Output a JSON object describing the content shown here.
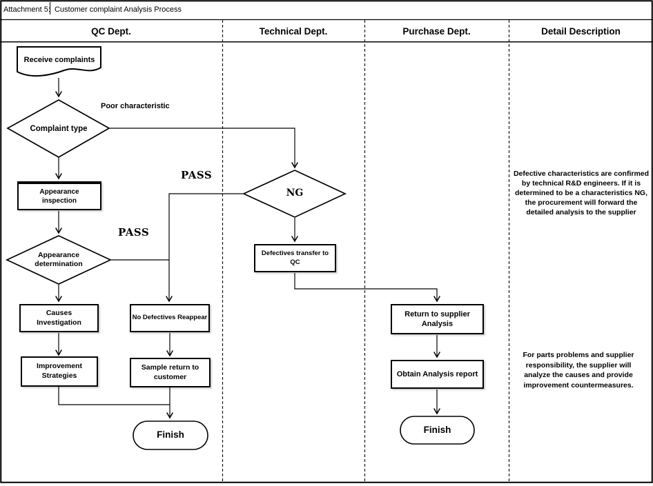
{
  "title": "Attachment 5:  Customer complaint Analysis Process",
  "header": {
    "columns": [
      "QC Dept.",
      "Technical Dept.",
      "Purchase Dept.",
      "Detail Description"
    ]
  },
  "nodes": {
    "receive_complaints": "Receive complaints",
    "complaint_type": "Complaint type",
    "appearance_inspection": "Appearance\ninspection",
    "appearance_determination": "Appearance\ndetermination",
    "causes_investigation": "Causes\nInvestigation",
    "improvement_strategies": "Improvement\nStrategies",
    "no_defectives_reappear": "No Defectives Reappear",
    "sample_return_to_customer": "Sample return to\ncustomer",
    "finish_qc": "Finish",
    "ng_decision": "NG",
    "defectives_transfer_to_qc": "Defectives transfer to\nQC",
    "return_to_supplier_analysis": "Return to supplier\nAnalysis",
    "obtain_analysis_report": "Obtain Analysis report",
    "finish_purchase": "Finish"
  },
  "edge_labels": {
    "poor_characteristic": "Poor characteristic",
    "pass_upper": "PASS",
    "pass_lower": "PASS"
  },
  "details": {
    "para1": "Defective characteristics are confirmed by technical R&D engineers. If it is determined to be a characteristics NG, the procurement will forward the detailed analysis to the supplier",
    "para2": "For parts problems and supplier responsibility, the supplier will analyze the causes and provide improvement countermeasures."
  },
  "colors": {
    "line": "#000000",
    "background": "#ffffff"
  }
}
